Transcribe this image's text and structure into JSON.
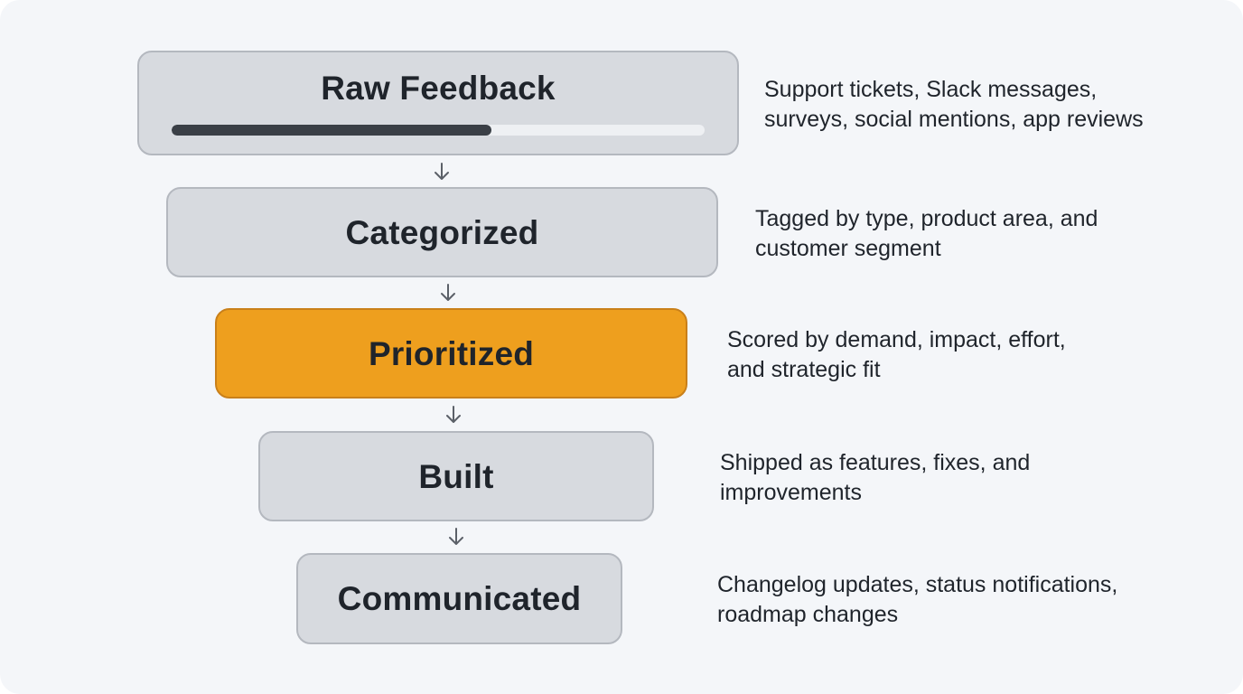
{
  "funnel": {
    "stages": [
      {
        "label": "Raw Feedback",
        "description_lines": [
          "Support tickets, Slack messages,",
          "surveys, social mentions, app reviews"
        ],
        "progress": 0.6,
        "highlighted": false
      },
      {
        "label": "Categorized",
        "description_lines": [
          "Tagged by type, product area, and",
          "customer segment"
        ],
        "highlighted": false
      },
      {
        "label": "Prioritized",
        "description_lines": [
          "Scored by demand, impact, effort,",
          "and strategic fit"
        ],
        "highlighted": true
      },
      {
        "label": "Built",
        "description_lines": [
          "Shipped as features, fixes, and",
          "improvements"
        ],
        "highlighted": false
      },
      {
        "label": "Communicated",
        "description_lines": [
          "Changelog updates, status notifications,",
          "roadmap changes"
        ],
        "highlighted": false
      }
    ],
    "connector_icon": "arrow-down-icon"
  },
  "colors": {
    "background": "#f4f6f9",
    "stage_fill": "#d7dadf",
    "stage_border": "#b4b8bf",
    "highlight_fill": "#ee9f1e",
    "highlight_border": "#c9801a",
    "text": "#1f242b",
    "progress_fill": "#3a3f46",
    "progress_track": "#eef0f3",
    "arrow": "#5b6068"
  }
}
